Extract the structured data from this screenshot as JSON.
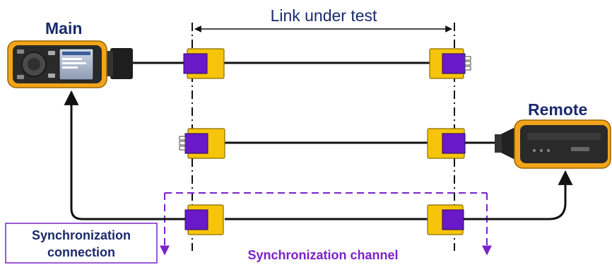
{
  "labels": {
    "main": "Main",
    "remote": "Remote",
    "link_under_test": "Link under test",
    "sync_connection_line1": "Synchronization",
    "sync_connection_line2": "connection",
    "sync_channel": "Synchronization channel"
  },
  "devices": {
    "main": {
      "name": "main-tester",
      "icon": "tester-device"
    },
    "remote": {
      "name": "remote-unit",
      "icon": "remote-device"
    }
  },
  "colors": {
    "connector_body": "#f6c40a",
    "connector_plug": "#6a19c8",
    "device_frame": "#f2a51a",
    "sync_channel": "#7a22c8",
    "label_navy": "#1a2a6c",
    "cable": "#111111"
  }
}
